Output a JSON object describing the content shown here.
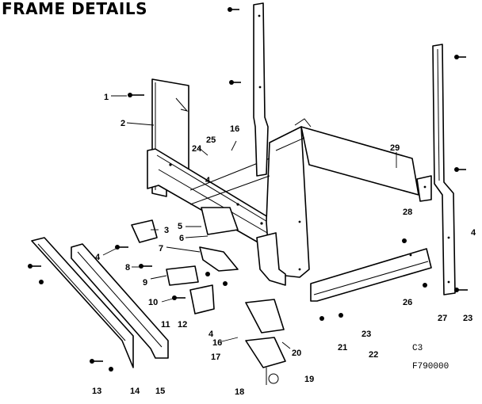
{
  "title": "FRAME DETAILS",
  "callouts": [
    "1",
    "2",
    "3",
    "4",
    "5",
    "6",
    "7",
    "8",
    "9",
    "10",
    "11",
    "12",
    "13",
    "14",
    "15",
    "16",
    "17",
    "18",
    "19",
    "20",
    "21",
    "22",
    "23",
    "24",
    "25",
    "26",
    "27",
    "28",
    "29"
  ],
  "sheet_code": "C3",
  "model_code": "F790000"
}
